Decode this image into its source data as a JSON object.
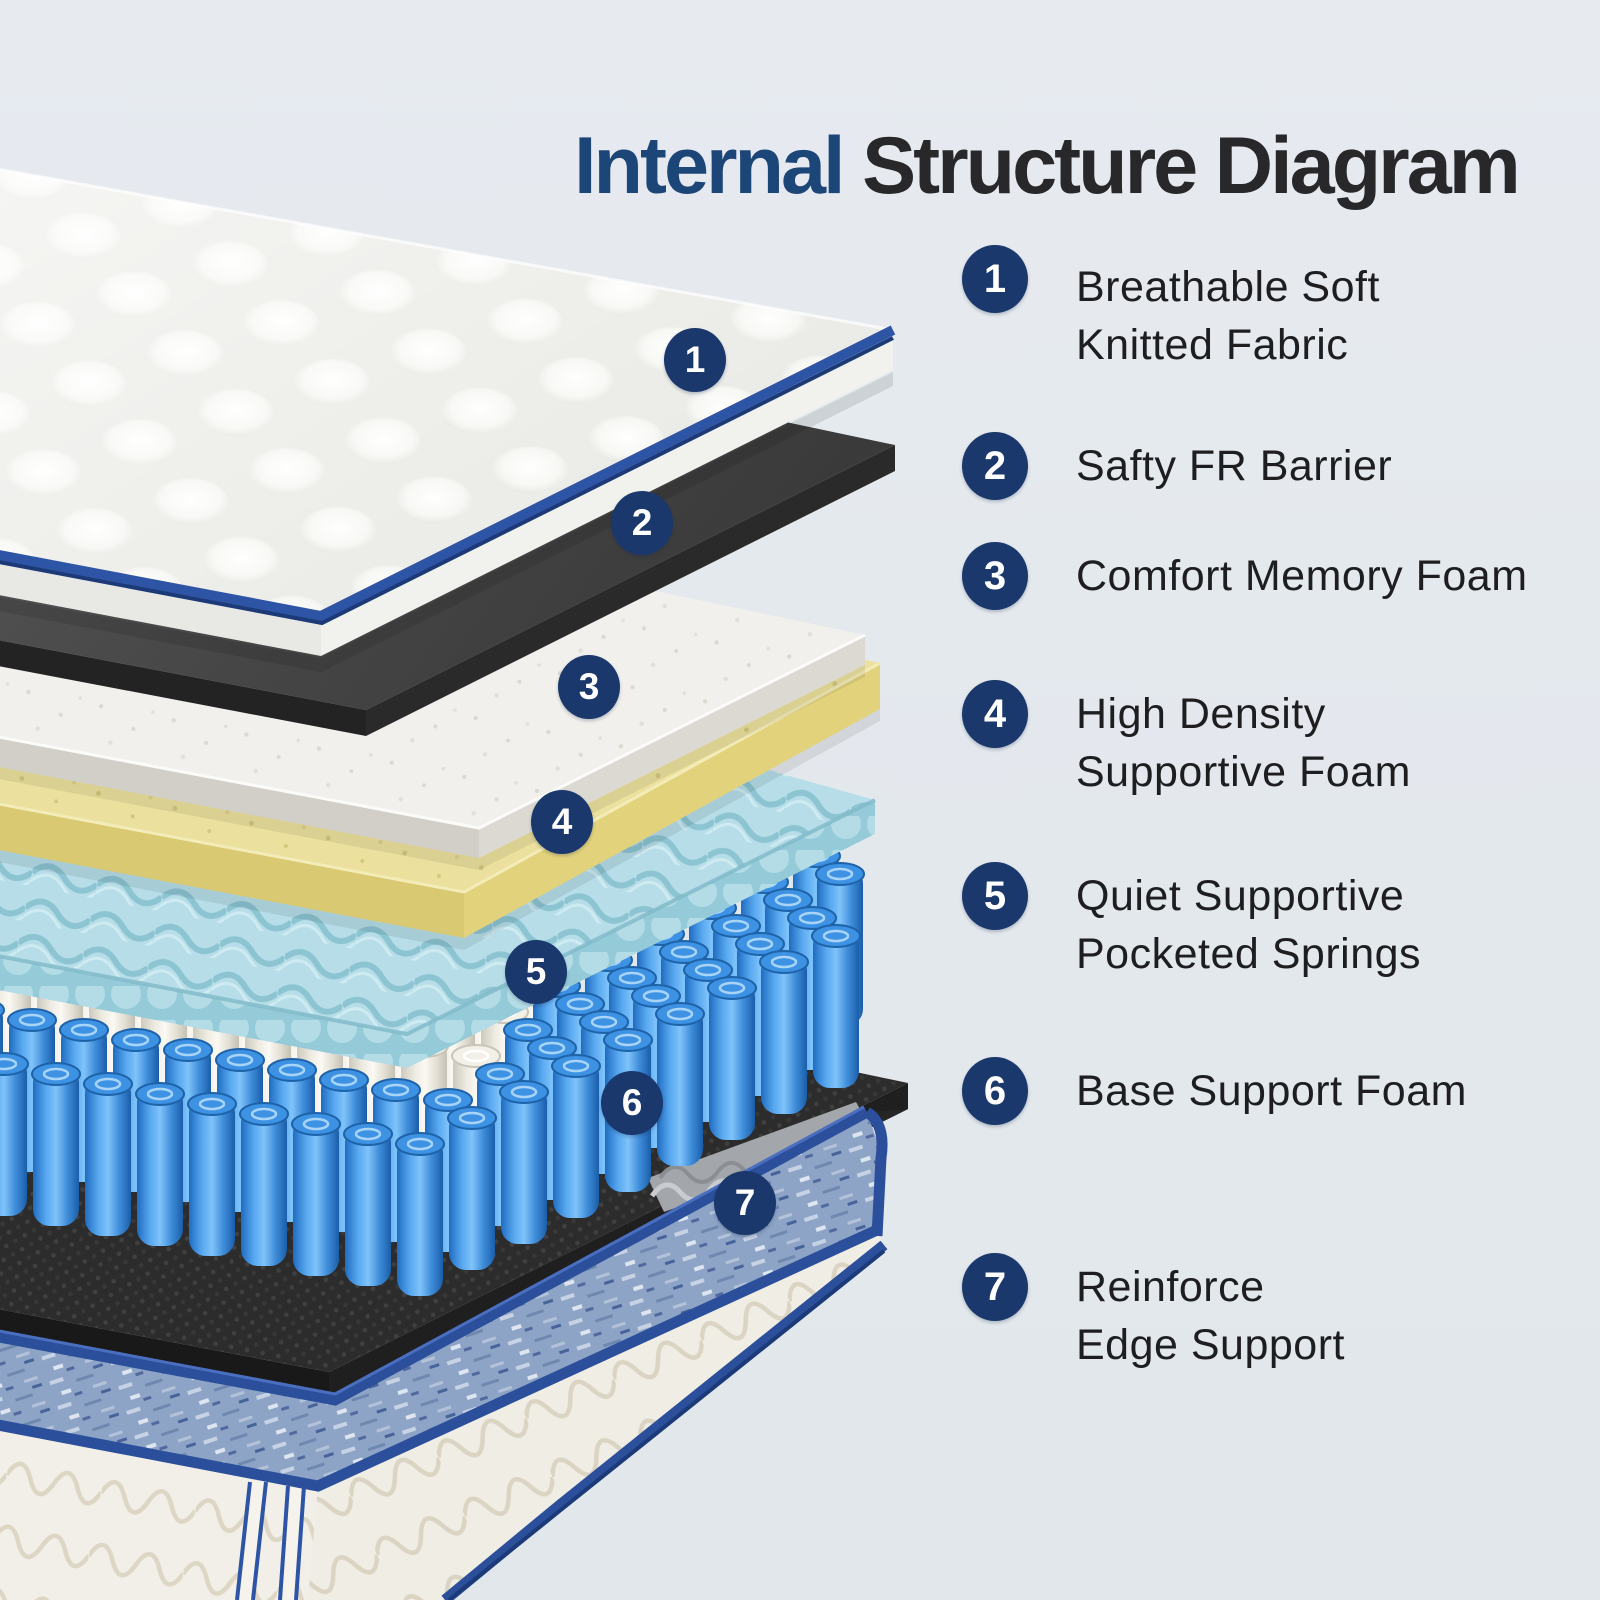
{
  "title": {
    "highlight": "Internal",
    "rest": " Structure Diagram"
  },
  "colors": {
    "background": "#e3e8ed",
    "title_blue": "#1d4678",
    "title_dark": "#28282b",
    "badge_navy": "#1a386b",
    "piping_blue": "#2b4f9b",
    "quilt_fabric": "#f4f4f1",
    "fr_barrier_gray": "#424242",
    "memory_foam_white": "#f1f0ec",
    "support_foam_yellow": "#ebe09d",
    "egg_crate_cyan": "#b7dee8",
    "spring_blue": "#3e92e4",
    "spring_pocket_white": "#f1eee6",
    "base_mesh_dark": "#2c2c2c",
    "base_fabric_denim": "#8da4c6",
    "base_side_cream": "#f2efe8"
  },
  "diagram": {
    "badge_numbers": [
      "1",
      "2",
      "3",
      "4",
      "5",
      "6",
      "7"
    ]
  },
  "legend": {
    "items": [
      {
        "number": "1",
        "line1": "Breathable Soft",
        "line2": "Knitted Fabric"
      },
      {
        "number": "2",
        "line1": "Safty FR Barrier",
        "line2": ""
      },
      {
        "number": "3",
        "line1": "Comfort Memory Foam",
        "line2": ""
      },
      {
        "number": "4",
        "line1": "High Density",
        "line2": "Supportive Foam"
      },
      {
        "number": "5",
        "line1": "Quiet Supportive",
        "line2": "Pocketed Springs"
      },
      {
        "number": "6",
        "line1": "Base Support Foam",
        "line2": ""
      },
      {
        "number": "7",
        "line1": "Reinforce",
        "line2": "Edge Support"
      }
    ]
  }
}
